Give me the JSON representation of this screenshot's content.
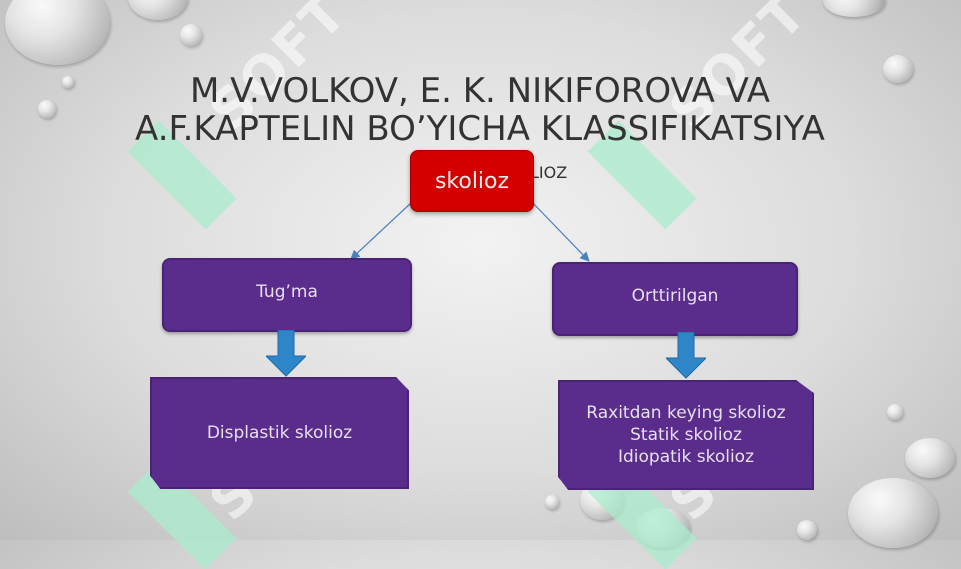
{
  "title": {
    "line1": "M.V.VOLKOV, E. K. NIKIFOROVA VA",
    "line2": "A.F.KAPTELIN BO’YICHA KLASSIFIKATSIYA"
  },
  "partial_label": "LIOZ",
  "watermark": "SOFT",
  "diagram": {
    "root": "skolioz",
    "left": {
      "label": "Tug’ma",
      "child": [
        "Displastik skolioz"
      ]
    },
    "right": {
      "label": "Orttirilgan",
      "child": [
        "Raxitdan keying skolioz",
        "Statik skolioz",
        "Idiopatik skolioz"
      ]
    }
  },
  "colors": {
    "root_fill": "#d40000",
    "node_fill": "#5a2d8c",
    "arrow_fill": "#2e86c8"
  }
}
